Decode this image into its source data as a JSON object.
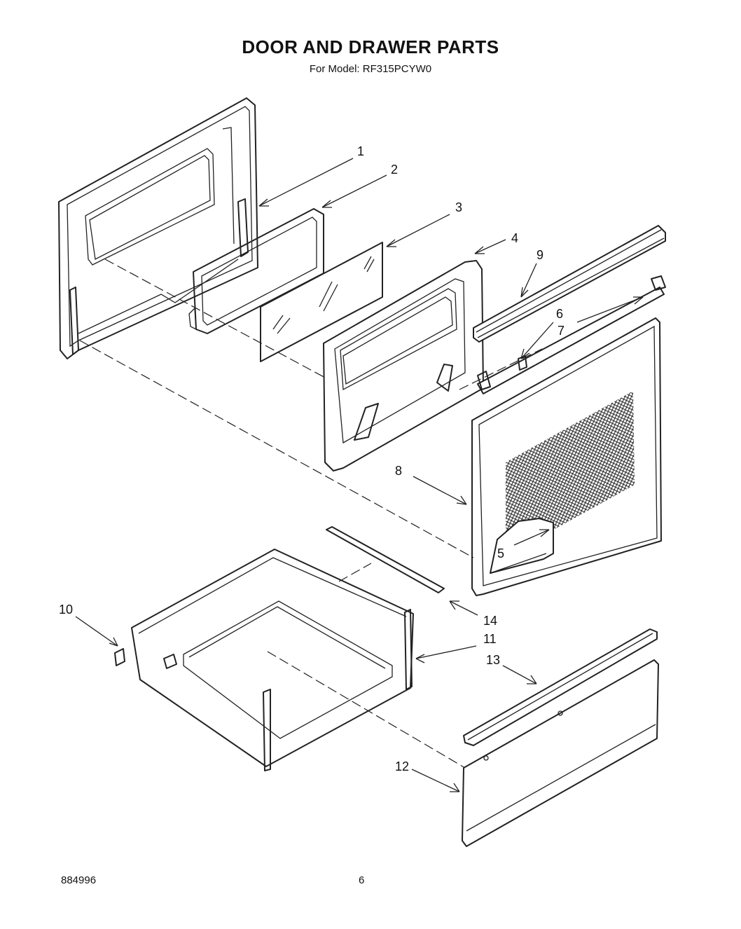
{
  "header": {
    "title": "DOOR AND DRAWER PARTS",
    "subtitle": "For Model: RF315PCYW0"
  },
  "callouts": [
    "1",
    "2",
    "3",
    "4",
    "5",
    "6",
    "7",
    "8",
    "9",
    "10",
    "11",
    "12",
    "13",
    "14"
  ],
  "footer": {
    "doc_number": "884996",
    "page_number": "6"
  }
}
